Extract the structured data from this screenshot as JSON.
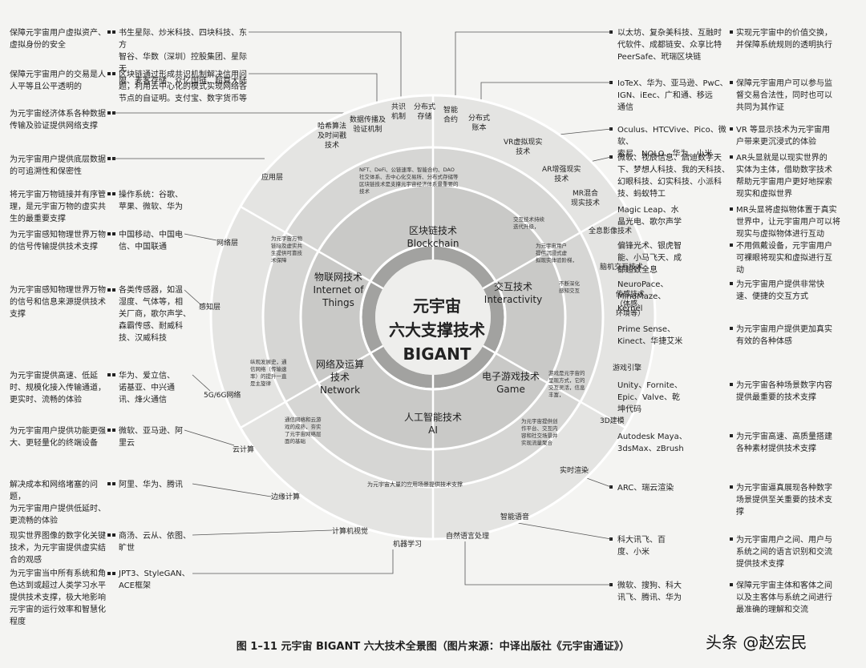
{
  "center": {
    "title": "元宇宙\n六大支撑技术\nBIGANT"
  },
  "core_techs": {
    "blockchain": "区块链技术\nBlockchain",
    "interactivity": "交互技术\nInteractivity",
    "game": "电子游戏技术\nGame",
    "ai": "人工智能技术\nAI",
    "network": "网络及运算\n技术\nNetwork",
    "iot": "物联网技术\nInternet of\nThings"
  },
  "inner_notes": {
    "interactivity": "交互技术持续\n迭代升级，",
    "interactivity2": "为元宇宙用户\n提供沉浸式虚\n拟现实体验阶梯，",
    "interactivity3": "不断深化\n感知交互",
    "game": "游戏是元宇宙的\n呈现方式，它的\n交互灵活，信息\n丰富，",
    "ai": "为元宇宙提供创\n作平台、交互内\n容和社交场景并\n实现流量聚合",
    "network": "通信网络和云游\n戏的成熟，夯实\n了元宇宙网络层\n面的基础",
    "network2": "纵观发展史，通\n信网络（传输速\n率）的提升一直\n是主旋律",
    "iot": "为元宇宙万物\n链接及虚实共\n生提供可靠技\n术保障",
    "blockchain": "NFT、DeFi、公链速率、智能合约、DAO\n社交体系、去中心化交易所、分布式存储等\n区块链技术是支撑元宇宙经济体系最重要的\n技术",
    "ai_bottom": "为元宇宙大量的应用场景提供技术支撑"
  },
  "ring_labels": {
    "l1": "哈希算法\n及时间戳\n技术",
    "l2": "数据传播及\n验证机制",
    "l3": "共识\n机制",
    "l4": "分布式\n存储",
    "l5": "智能\n合约",
    "l6": "分布式\n账本",
    "l7": "VR虚拟现实\n技术",
    "l8": "AR增强现实\n技术",
    "l9": "MR混合\n现实技术",
    "l10": "全息影像技术",
    "l11": "脑机交互技术",
    "l12": "传感技术\n（体感、\n环境等）",
    "l13": "游戏引擎",
    "l14": "3D建模",
    "l15": "实时渲染",
    "l16": "智能语音",
    "l17": "自然语言处理",
    "l18": "机器学习",
    "l19": "计算机视觉",
    "l20": "边缘计算",
    "l21": "云计算",
    "l22": "5G/6G网络",
    "l23": "感知层",
    "l24": "网络层",
    "l25": "应用层"
  },
  "left_purpose": [
    "保障元宇宙用户虚拟资产、\n虚拟身份的安全",
    "保障元宇宙用户的交易是人\n人平等且公平透明的",
    "为元宇宙经济体系各种数据\n传输及验证提供网络支撑",
    "为元宇宙用户提供底层数据\n的可追溯性和保密性",
    "将元宇宙万物链接并有序管\n理，是元宇宙万物的虚实共\n生的最重要支撑",
    "为元宇宙感知物理世界万物\n的信号传输提供技术支撑",
    "为元宇宙感知物理世界万物\n的信号和信息来源提供技术\n支撑",
    "为元宇宙提供高速、低延\n时、规模化接入传输通道，\n更实时、流畅的体验",
    "为元宇宙用户提供功能更强\n大、更轻量化的终端设备",
    "解决成本和网络堵塞的问题，\n为元宇宙用户提供低延时、\n更流畅的体验",
    "现实世界图像的数字化关键\n技术，为元宇宙提供虚实结\n合的观感",
    "为元宇宙当中所有系统和角\n色达到或超过人类学习水平\n提供技术支撑，极大地影响\n元宇宙的运行效率和智慧化\n程度"
  ],
  "left_companies": [
    "书生星际、炒米科技、四块科技、东方\n智谷、华数（深圳）控股集团、星际无\n限、麦客存储、众亿国链、超算大陆",
    "区块链通过形成共识机制解决信用问\n题，利用去中心化的模式实现网络各\n节点的自证明。支付宝、数字货币等",
    "操作系统：谷歌、\n苹果、微软、华为",
    "中国移动、中国电\n信、中国联通",
    "各类传感器，如温\n湿度、气体等，相\n关厂商，歌尔声学、\n森霸传感、耐威科\n技、汉威科技",
    "华为、爱立信、\n诺基亚、中兴通\n讯、烽火通信",
    "微软、亚马逊、阿\n里云",
    "阿里、华为、腾讯",
    "商汤、云从、依图、\n旷世",
    "JPT3、StyleGAN、\nACE框架"
  ],
  "right_companies": [
    "以太坊、复杂美科技、互融时\n代软件、成都链安、众享比特\nPeerSafe、玳瑞区块链",
    "IoTeX、华为、亚马逊、PwC、\nIGN、iEec、广和通、移远\n通信",
    "Oculus、HTCVive、Pico、微软、\n索尼、NOLO、华为、小米",
    "微软、视辰信息、启迪数字天\n下、梦想人科技、我的天科技、\n幻眼科技、幻实科技、小派科\n技、蚂蚁特工",
    "Magic Leap、水\n晶光电、歌尔声学",
    "偏锋光术、银虎智\n能、小马飞天、成\n都超致全息",
    "NeuroPace、\nMindMaze、\nKernel",
    "Prime Sense、\nKinect、华捷艾米",
    "Unity、Fornite、\nEpic、Valve、乾\n坤代码",
    "Autodesk Maya、\n3dsMax、zBrush",
    "ARC、瑞云渲染",
    "科大讯飞、百\n度、小米",
    "微软、搜狗、科大\n讯飞、腾讯、华为"
  ],
  "right_purpose": [
    "实现元宇宙中的价值交换，\n并保障系统规则的透明执行",
    "保障元宇宙用户可以参与监\n督交易合法性，同时也可以\n共同为其作证",
    "VR 等显示技术为元宇宙用\n户带来更沉浸式的体验",
    "AR头显就是以现实世界的\n实体为主体，借助数字技术\n帮助元宇宙用户更好地探索\n现实和虚拟世界",
    "MR头显将虚拟物体置于真实\n世界中，让元宇宙用户可以将\n现实与虚拟物体进行互动",
    "不用佩戴设备，元宇宙用户\n可裸眼将现实和虚拟进行互\n动",
    "为元宇宙用户提供非常快\n速、便捷的交互方式",
    "为元宇宙用户提供更加真实\n有效的各种体感",
    "为元宇宙各种场景数字内容\n提供最重要的技术支撑",
    "为元宇宙高速、高质量搭建\n各种素材提供技术支撑",
    "为元宇宙逼真展现各种数字\n场景提供至关重要的技术支\n撑",
    "为元宇宙用户之间、用户与\n系统之间的语言识别和交流\n提供技术支撑",
    "保障元宇宙主体和客体之间\n以及主客体与系统之间进行\n最准确的理解和交流"
  ],
  "caption": "图 1–11   元宇宙 BIGANT 六大技术全景图（图片来源：中译出版社《元宇宙通证》）",
  "watermark": "头条 @赵宏民",
  "colors": {
    "outer_ring": "#e2e2e0",
    "mid_ring": "#d4d4d2",
    "inner_ring": "#cfcfcd",
    "core": "#9a9a98",
    "center": "#ededeb"
  }
}
